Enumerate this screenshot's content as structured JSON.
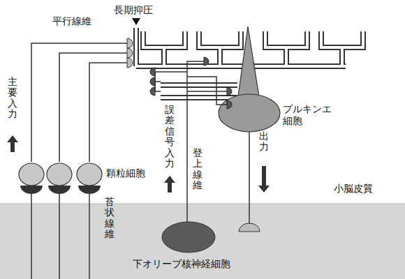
{
  "diagram": {
    "labels": [
      "長期抑圧",
      "平行線維",
      "主要入力",
      "誤差信号入力",
      "プルキンエ 細胞",
      "登上線維",
      "出力",
      "顆粒細胞",
      "小脳皮質",
      "苔状線維",
      "下オリーブ核神経細胞"
    ]
  }
}
